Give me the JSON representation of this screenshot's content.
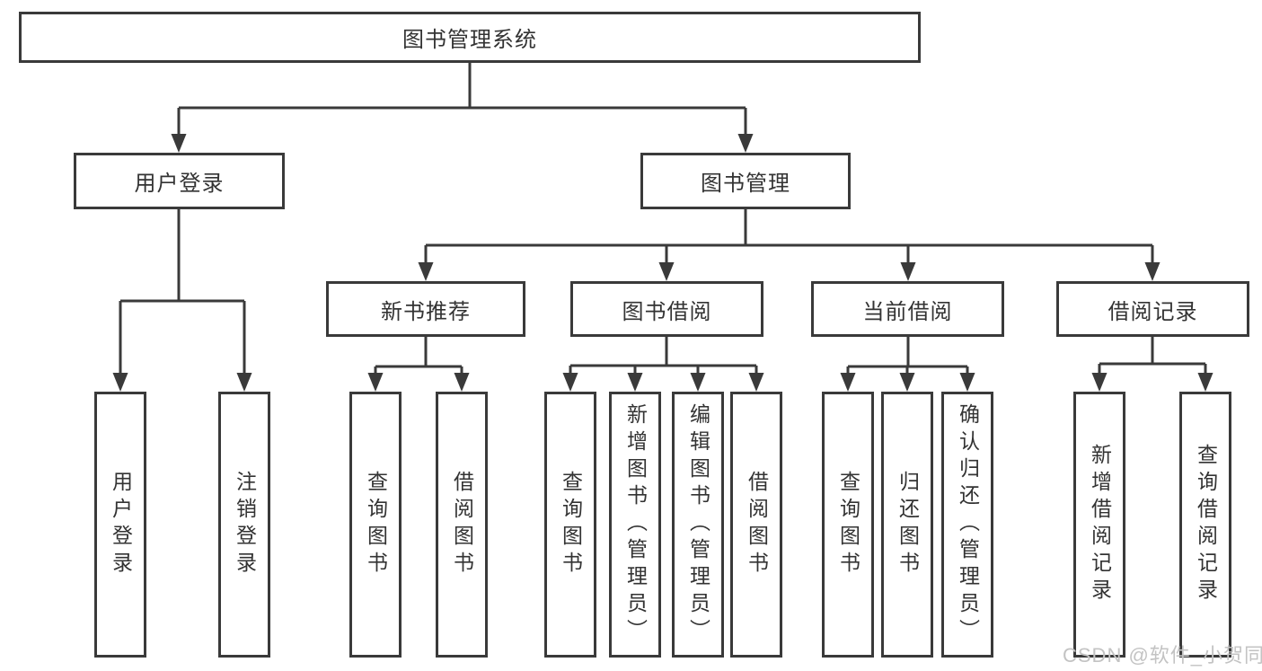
{
  "nodes": {
    "root": {
      "label": "图书管理系统"
    },
    "user_login": {
      "label": "用户登录"
    },
    "book_management": {
      "label": "图书管理"
    },
    "new_book_recommend": {
      "label": "新书推荐"
    },
    "book_borrowing": {
      "label": "图书借阅"
    },
    "current_borrowing": {
      "label": "当前借阅"
    },
    "borrowing_records": {
      "label": "借阅记录"
    },
    "leaf_user_login": {
      "label": "用户登录"
    },
    "leaf_logout": {
      "label": "注销登录"
    },
    "leaf_nb_query_books": {
      "label": "查询图书"
    },
    "leaf_nb_borrow_books": {
      "label": "借阅图书"
    },
    "leaf_bb_query_books": {
      "label": "查询图书"
    },
    "leaf_bb_add_books": {
      "label": "新增图书（管理员）"
    },
    "leaf_bb_edit_books": {
      "label": "编辑图书（管理员）"
    },
    "leaf_bb_borrow_books": {
      "label": "借阅图书"
    },
    "leaf_cb_query_books": {
      "label": "查询图书"
    },
    "leaf_cb_return_books": {
      "label": "归还图书"
    },
    "leaf_cb_confirm_return": {
      "label": "确认归还（管理员）"
    },
    "leaf_br_add_record": {
      "label": "新增借阅记录"
    },
    "leaf_br_query_record": {
      "label": "查询借阅记录"
    }
  },
  "watermark": {
    "text": "CSDN @软件_小贺同学"
  },
  "colors": {
    "line": "#3a3a3a",
    "box_border": "#3a3a3a",
    "text": "#333333",
    "watermark": "#c3c3c3",
    "background": "#ffffff"
  }
}
